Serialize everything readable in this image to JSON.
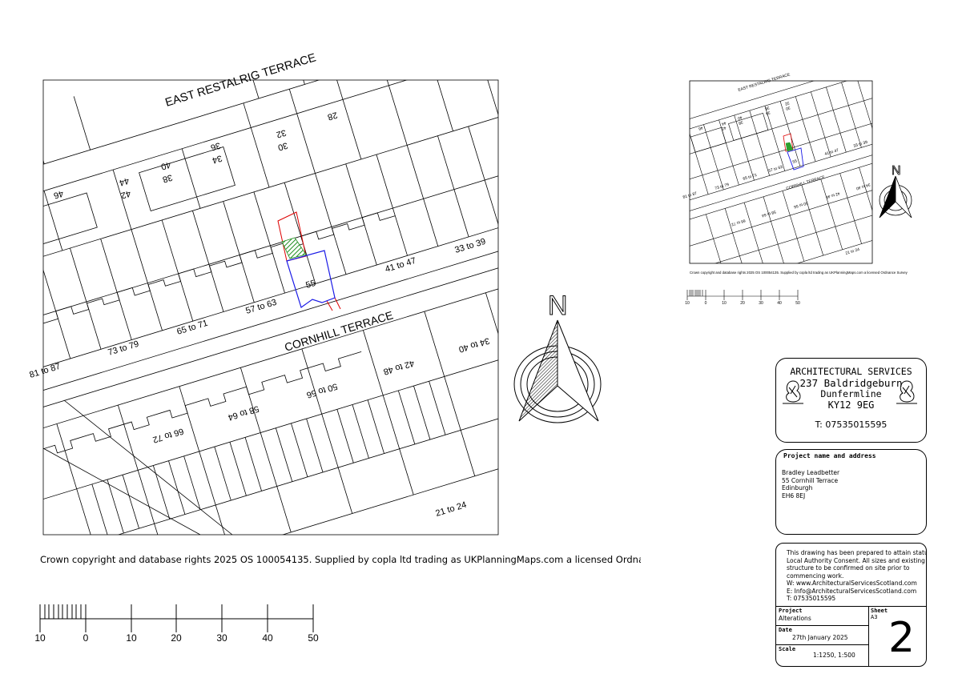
{
  "map": {
    "streets": [
      "EAST RESTALRIG TERRACE",
      "CORNHILL TERRACE"
    ],
    "labels": [
      "46",
      "44",
      "42",
      "40",
      "38",
      "36",
      "34",
      "32",
      "30",
      "28",
      "55",
      "41 to 47",
      "33 to 39",
      "57 to 63",
      "65 to 71",
      "73 to 79",
      "81 to 87",
      "66 to 72",
      "58 to 64",
      "50 to 56",
      "42 to 48",
      "34 to 40",
      "21 to 24"
    ],
    "north_label": "N",
    "copyright": "Crown copyright and database rights 2025 OS 100054135. Supplied by copla ltd trading as UKPlanningMaps.com a licensed Ordnance Survey pa"
  },
  "inset": {
    "streets": [
      "EAST RESTALRIG TERRACE",
      "CORNHILL TERRACE"
    ],
    "labels": [
      "55",
      "41 to 47",
      "33 to 39",
      "57 to 63",
      "65 to 71",
      "73 to 79",
      "81 to 87",
      "66 to 72",
      "58 to 64",
      "50 to 56",
      "42 to 48",
      "34 to 40",
      "21 to 24",
      "44",
      "42",
      "40",
      "38",
      "36",
      "34",
      "32",
      "30",
      "46"
    ],
    "north_label": "N",
    "copyright": "Crown copyright and database rights 2025 OS 100054135. Supplied by copla ltd trading as UKPlanningMaps.com a licensed Ordnance Survey"
  },
  "scale_bar": {
    "ticks": [
      "10",
      "0",
      "10",
      "20",
      "30",
      "40",
      "50"
    ]
  },
  "inset_scale_bar": {
    "ticks": [
      "10",
      "0",
      "10",
      "20",
      "30",
      "40",
      "50"
    ]
  },
  "title_block": {
    "firm_name": "ARCHITECTURAL SERVICES",
    "address_line1": "237 Baldridgeburn",
    "address_line2": "Dunfermline",
    "postcode": "KY12 9EG",
    "phone": "T: 07535015595",
    "project_header": "Project name and address",
    "client_lines": [
      "Bradley Leadbetter",
      "55 Cornhill Terrace",
      "Edinburgh",
      "EH6 8EJ"
    ],
    "notes": [
      "This drawing has been prepared to attain statutory",
      "Local Authority Consent. All sizes and existing",
      "structure to be confirmed on site prior to",
      "commencing work.",
      "W: www.ArchitecturalServicesScotland.com",
      "E: Info@ArchitecturalServicesScotland.com",
      "T: 07535015595"
    ],
    "project_label": "Project",
    "project_value": "Alterations",
    "date_label": "Date",
    "date_value": "27th January 2025",
    "scale_label": "Scale",
    "scale_value": "1:1250, 1:500",
    "sheet_label": "Sheet",
    "sheet_size": "A3",
    "sheet_number": "2"
  }
}
